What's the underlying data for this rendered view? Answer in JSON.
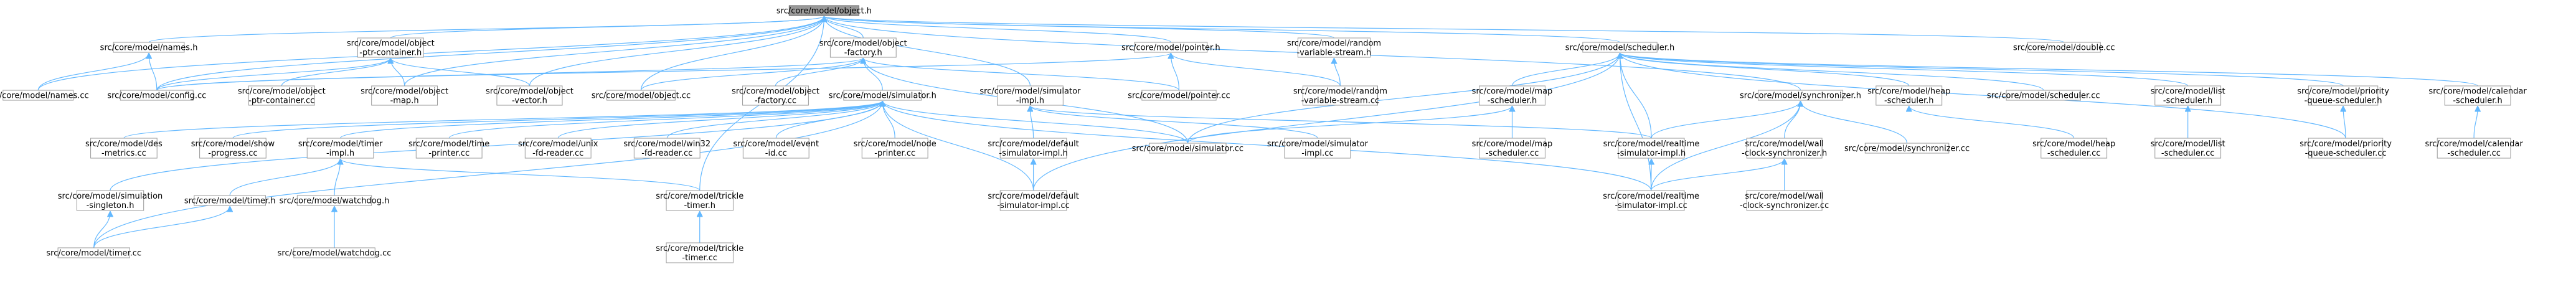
{
  "colors": {
    "edge": "#63b8ff",
    "node_border": "#999999",
    "root_fill": "#999999",
    "text": "#000000",
    "background": "#ffffff"
  },
  "nodes": [
    {
      "id": "object_h",
      "lines": [
        "src/core/model/object.h"
      ],
      "root": true
    },
    {
      "id": "names_h",
      "lines": [
        "src/core/model/names.h"
      ]
    },
    {
      "id": "object_ptr_container_h",
      "lines": [
        "src/core/model/object",
        "-ptr-container.h"
      ]
    },
    {
      "id": "object_factory_h",
      "lines": [
        "src/core/model/object",
        "-factory.h"
      ]
    },
    {
      "id": "pointer_h",
      "lines": [
        "src/core/model/pointer.h"
      ]
    },
    {
      "id": "random_variable_stream_h",
      "lines": [
        "src/core/model/random",
        "-variable-stream.h"
      ]
    },
    {
      "id": "scheduler_h",
      "lines": [
        "src/core/model/scheduler.h"
      ]
    },
    {
      "id": "double_cc",
      "lines": [
        "src/core/model/double.cc"
      ]
    },
    {
      "id": "names_cc",
      "lines": [
        "src/core/model/names.cc"
      ]
    },
    {
      "id": "config_cc",
      "lines": [
        "src/core/model/config.cc"
      ]
    },
    {
      "id": "object_ptr_container_cc",
      "lines": [
        "src/core/model/object",
        "-ptr-container.cc"
      ]
    },
    {
      "id": "object_map_h",
      "lines": [
        "src/core/model/object",
        "-map.h"
      ]
    },
    {
      "id": "object_vector_h",
      "lines": [
        "src/core/model/object",
        "-vector.h"
      ]
    },
    {
      "id": "object_cc",
      "lines": [
        "src/core/model/object.cc"
      ]
    },
    {
      "id": "object_factory_cc",
      "lines": [
        "src/core/model/object",
        "-factory.cc"
      ]
    },
    {
      "id": "simulator_h",
      "lines": [
        "src/core/model/simulator.h"
      ]
    },
    {
      "id": "simulator_impl_h",
      "lines": [
        "src/core/model/simulator",
        "-impl.h"
      ]
    },
    {
      "id": "pointer_cc",
      "lines": [
        "src/core/model/pointer.cc"
      ]
    },
    {
      "id": "random_variable_stream_cc",
      "lines": [
        "src/core/model/random",
        "-variable-stream.cc"
      ]
    },
    {
      "id": "map_scheduler_h",
      "lines": [
        "src/core/model/map",
        "-scheduler.h"
      ]
    },
    {
      "id": "synchronizer_h",
      "lines": [
        "src/core/model/synchronizer.h"
      ]
    },
    {
      "id": "heap_scheduler_h",
      "lines": [
        "src/core/model/heap",
        "-scheduler.h"
      ]
    },
    {
      "id": "scheduler_cc",
      "lines": [
        "src/core/model/scheduler.cc"
      ]
    },
    {
      "id": "list_scheduler_h",
      "lines": [
        "src/core/model/list",
        "-scheduler.h"
      ]
    },
    {
      "id": "priority_queue_scheduler_h",
      "lines": [
        "src/core/model/priority",
        "-queue-scheduler.h"
      ]
    },
    {
      "id": "calendar_scheduler_h",
      "lines": [
        "src/core/model/calendar",
        "-scheduler.h"
      ]
    },
    {
      "id": "des_metrics_cc",
      "lines": [
        "src/core/model/des",
        "-metrics.cc"
      ]
    },
    {
      "id": "show_progress_cc",
      "lines": [
        "src/core/model/show",
        "-progress.cc"
      ]
    },
    {
      "id": "timer_impl_h",
      "lines": [
        "src/core/model/timer",
        "-impl.h"
      ]
    },
    {
      "id": "time_printer_cc",
      "lines": [
        "src/core/model/time",
        "-printer.cc"
      ]
    },
    {
      "id": "unix_fd_reader_cc",
      "lines": [
        "src/core/model/unix",
        "-fd-reader.cc"
      ]
    },
    {
      "id": "win32_fd_reader_cc",
      "lines": [
        "src/core/model/win32",
        "-fd-reader.cc"
      ]
    },
    {
      "id": "event_id_cc",
      "lines": [
        "src/core/model/event",
        "-id.cc"
      ]
    },
    {
      "id": "node_printer_cc",
      "lines": [
        "src/core/model/node",
        "-printer.cc"
      ]
    },
    {
      "id": "simulator_cc",
      "lines": [
        "src/core/model/simulator.cc"
      ]
    },
    {
      "id": "default_simulator_impl_h",
      "lines": [
        "src/core/model/default",
        "-simulator-impl.h"
      ]
    },
    {
      "id": "simulator_impl_cc",
      "lines": [
        "src/core/model/simulator",
        "-impl.cc"
      ]
    },
    {
      "id": "map_scheduler_cc",
      "lines": [
        "src/core/model/map",
        "-scheduler.cc"
      ]
    },
    {
      "id": "realtime_simulator_impl_h",
      "lines": [
        "src/core/model/realtime",
        "-simulator-impl.h"
      ]
    },
    {
      "id": "wall_clock_synchronizer_h",
      "lines": [
        "src/core/model/wall",
        "-clock-synchronizer.h"
      ]
    },
    {
      "id": "synchronizer_cc",
      "lines": [
        "src/core/model/synchronizer.cc"
      ]
    },
    {
      "id": "heap_scheduler_cc",
      "lines": [
        "src/core/model/heap",
        "-scheduler.cc"
      ]
    },
    {
      "id": "list_scheduler_cc",
      "lines": [
        "src/core/model/list",
        "-scheduler.cc"
      ]
    },
    {
      "id": "priority_queue_scheduler_cc",
      "lines": [
        "src/core/model/priority",
        "-queue-scheduler.cc"
      ]
    },
    {
      "id": "calendar_scheduler_cc",
      "lines": [
        "src/core/model/calendar",
        "-scheduler.cc"
      ]
    },
    {
      "id": "simulation_singleton_h",
      "lines": [
        "src/core/model/simulation",
        "-singleton.h"
      ]
    },
    {
      "id": "timer_h",
      "lines": [
        "src/core/model/timer.h"
      ]
    },
    {
      "id": "watchdog_h",
      "lines": [
        "src/core/model/watchdog.h"
      ]
    },
    {
      "id": "trickle_timer_h",
      "lines": [
        "src/core/model/trickle",
        "-timer.h"
      ]
    },
    {
      "id": "default_simulator_impl_cc",
      "lines": [
        "src/core/model/default",
        "-simulator-impl.cc"
      ]
    },
    {
      "id": "realtime_simulator_impl_cc",
      "lines": [
        "src/core/model/realtime",
        "-simulator-impl.cc"
      ]
    },
    {
      "id": "wall_clock_synchronizer_cc",
      "lines": [
        "src/core/model/wall",
        "-clock-synchronizer.cc"
      ]
    },
    {
      "id": "timer_cc",
      "lines": [
        "src/core/model/timer.cc"
      ]
    },
    {
      "id": "watchdog_cc",
      "lines": [
        "src/core/model/watchdog.cc"
      ]
    },
    {
      "id": "trickle_timer_cc",
      "lines": [
        "src/core/model/trickle",
        "-timer.cc"
      ]
    }
  ],
  "edges": [
    [
      "object_h",
      "names_h"
    ],
    [
      "object_h",
      "object_ptr_container_h"
    ],
    [
      "object_h",
      "object_factory_h"
    ],
    [
      "object_h",
      "pointer_h"
    ],
    [
      "object_h",
      "random_variable_stream_h"
    ],
    [
      "object_h",
      "scheduler_h"
    ],
    [
      "object_h",
      "double_cc"
    ],
    [
      "object_h",
      "names_cc"
    ],
    [
      "object_h",
      "config_cc"
    ],
    [
      "object_h",
      "object_map_h"
    ],
    [
      "object_h",
      "object_vector_h"
    ],
    [
      "object_h",
      "object_cc"
    ],
    [
      "object_h",
      "simulator_impl_h"
    ],
    [
      "object_h",
      "synchronizer_h"
    ],
    [
      "object_h",
      "trickle_timer_h"
    ],
    [
      "names_h",
      "names_cc"
    ],
    [
      "names_h",
      "config_cc"
    ],
    [
      "object_ptr_container_h",
      "config_cc"
    ],
    [
      "object_ptr_container_h",
      "object_ptr_container_cc"
    ],
    [
      "object_ptr_container_h",
      "object_map_h"
    ],
    [
      "object_ptr_container_h",
      "object_vector_h"
    ],
    [
      "object_factory_h",
      "object_cc"
    ],
    [
      "object_factory_h",
      "object_factory_cc"
    ],
    [
      "object_factory_h",
      "simulator_h"
    ],
    [
      "object_factory_h",
      "pointer_cc"
    ],
    [
      "object_factory_h",
      "simulator_cc"
    ],
    [
      "object_factory_h",
      "config_cc"
    ],
    [
      "pointer_h",
      "config_cc"
    ],
    [
      "pointer_h",
      "pointer_cc"
    ],
    [
      "pointer_h",
      "random_variable_stream_cc"
    ],
    [
      "random_variable_stream_h",
      "random_variable_stream_cc"
    ],
    [
      "scheduler_h",
      "map_scheduler_h"
    ],
    [
      "scheduler_h",
      "heap_scheduler_h"
    ],
    [
      "scheduler_h",
      "scheduler_cc"
    ],
    [
      "scheduler_h",
      "list_scheduler_h"
    ],
    [
      "scheduler_h",
      "priority_queue_scheduler_h"
    ],
    [
      "scheduler_h",
      "calendar_scheduler_h"
    ],
    [
      "scheduler_h",
      "simulator_cc"
    ],
    [
      "scheduler_h",
      "realtime_simulator_impl_h"
    ],
    [
      "scheduler_h",
      "default_simulator_impl_cc"
    ],
    [
      "scheduler_h",
      "realtime_simulator_impl_cc"
    ],
    [
      "scheduler_h",
      "priority_queue_scheduler_cc"
    ],
    [
      "simulator_h",
      "des_metrics_cc"
    ],
    [
      "simulator_h",
      "show_progress_cc"
    ],
    [
      "simulator_h",
      "timer_impl_h"
    ],
    [
      "simulator_h",
      "time_printer_cc"
    ],
    [
      "simulator_h",
      "unix_fd_reader_cc"
    ],
    [
      "simulator_h",
      "win32_fd_reader_cc"
    ],
    [
      "simulator_h",
      "event_id_cc"
    ],
    [
      "simulator_h",
      "node_printer_cc"
    ],
    [
      "simulator_h",
      "simulator_cc"
    ],
    [
      "simulator_h",
      "simulation_singleton_h"
    ],
    [
      "simulator_h",
      "timer_cc"
    ],
    [
      "simulator_h",
      "default_simulator_impl_cc"
    ],
    [
      "simulator_h",
      "realtime_simulator_impl_cc"
    ],
    [
      "simulator_impl_h",
      "default_simulator_impl_h"
    ],
    [
      "simulator_impl_h",
      "simulator_impl_cc"
    ],
    [
      "simulator_impl_h",
      "realtime_simulator_impl_h"
    ],
    [
      "map_scheduler_h",
      "map_scheduler_cc"
    ],
    [
      "map_scheduler_h",
      "simulator_cc"
    ],
    [
      "synchronizer_h",
      "realtime_simulator_impl_h"
    ],
    [
      "synchronizer_h",
      "wall_clock_synchronizer_h"
    ],
    [
      "synchronizer_h",
      "synchronizer_cc"
    ],
    [
      "synchronizer_h",
      "realtime_simulator_impl_cc"
    ],
    [
      "heap_scheduler_h",
      "heap_scheduler_cc"
    ],
    [
      "list_scheduler_h",
      "list_scheduler_cc"
    ],
    [
      "priority_queue_scheduler_h",
      "priority_queue_scheduler_cc"
    ],
    [
      "calendar_scheduler_h",
      "calendar_scheduler_cc"
    ],
    [
      "timer_impl_h",
      "timer_h"
    ],
    [
      "timer_impl_h",
      "watchdog_h"
    ],
    [
      "timer_impl_h",
      "trickle_timer_h"
    ],
    [
      "default_simulator_impl_h",
      "default_simulator_impl_cc"
    ],
    [
      "realtime_simulator_impl_h",
      "realtime_simulator_impl_cc"
    ],
    [
      "wall_clock_synchronizer_h",
      "wall_clock_synchronizer_cc"
    ],
    [
      "wall_clock_synchronizer_h",
      "realtime_simulator_impl_cc"
    ],
    [
      "simulation_singleton_h",
      "timer_cc"
    ],
    [
      "timer_h",
      "timer_cc"
    ],
    [
      "watchdog_h",
      "watchdog_cc"
    ],
    [
      "trickle_timer_h",
      "trickle_timer_cc"
    ]
  ]
}
